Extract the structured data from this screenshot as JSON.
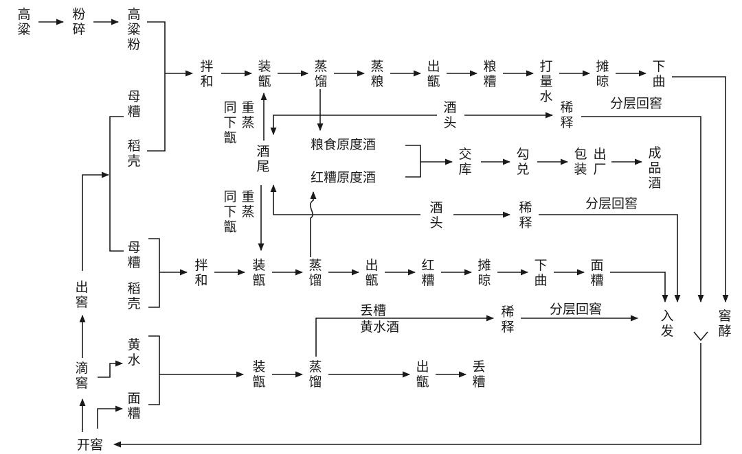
{
  "nodes": {
    "gaoliang": "高粱",
    "fensui": "粉碎",
    "gaoliangfen": "高粱粉",
    "mucao1": "母糟",
    "daoke1": "稻壳",
    "banhe1": "拌和",
    "zhuangzeng1": "装甑",
    "zhengliu1": "蒸馏",
    "zhengliang": "蒸粮",
    "chuzeng1": "出甑",
    "liangcao": "粮糟",
    "daliangshui": "打量水",
    "tanliang1": "摊晾",
    "xiaqu1": "下曲",
    "jiutou1": "酒头",
    "xishi1": "稀释",
    "fenceng1": "分层回窖",
    "tongxiazeng1": "同下甑",
    "chongzheng1": "重蒸",
    "jiuwei": "酒尾",
    "liangshi_jiu": "粮食原度酒",
    "hongcao_jiu": "红糟原度酒",
    "jiaoku": "交库",
    "goudui": "勾兑",
    "baozhuang": "包装",
    "chuchang": "出厂",
    "chengpinjiu": "成品酒",
    "tongxiazeng2": "同下甑",
    "chongzheng2": "重蒸",
    "jiutou2": "酒头",
    "xishi2": "稀释",
    "fenceng2": "分层回窖",
    "mucao2": "母糟",
    "daoke2": "稻壳",
    "banhe2": "拌和",
    "zhuangzeng2": "装甑",
    "zhengliu2": "蒸馏",
    "chuzeng2": "出甑",
    "hongcao": "红糟",
    "tanliang2": "摊晾",
    "xiaqu2": "下曲",
    "miancao1": "面糟",
    "chujiao": "出窖",
    "rufa": "入发",
    "jiaojiao": "窖酵",
    "diucao_line1": "丢槽",
    "diucao_line2": "黄水酒",
    "xishi3": "稀释",
    "fenceng3": "分层回窖",
    "dijiao": "滴窖",
    "huangshui": "黄水",
    "miancao2": "面糟",
    "zhuangzeng3": "装甑",
    "zhengliu3": "蒸馏",
    "chuzeng3": "出甑",
    "diucao": "丢糟",
    "kaijiao": "开窖"
  }
}
